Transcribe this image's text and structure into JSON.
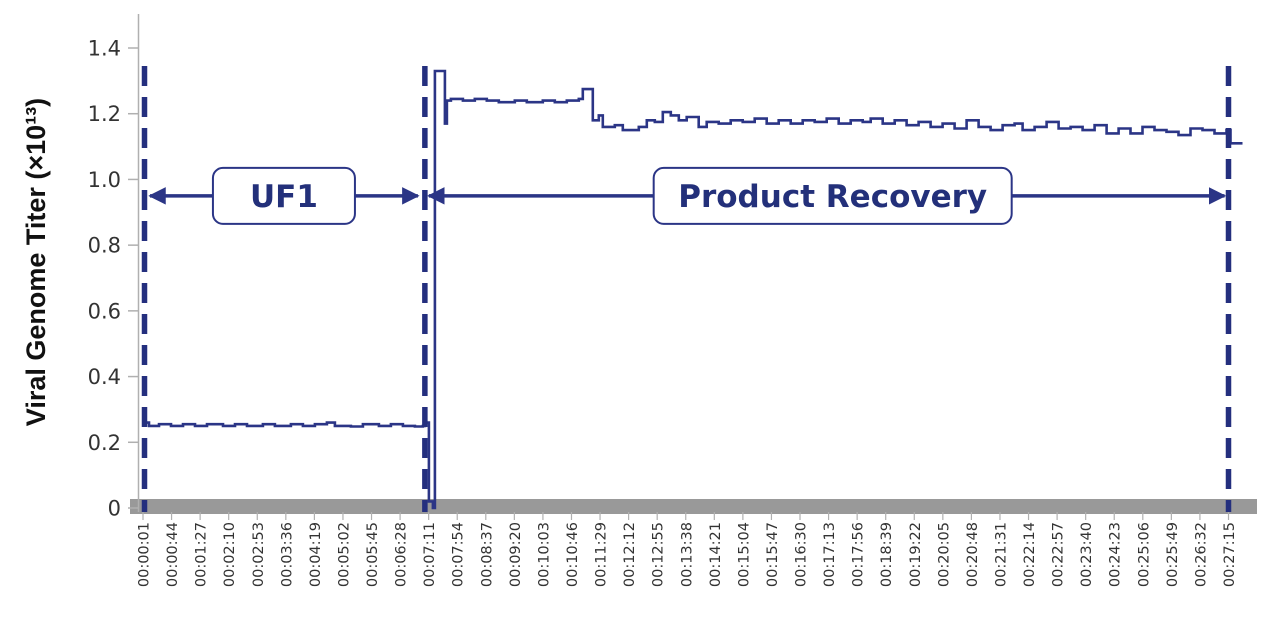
{
  "chart_data": {
    "type": "line",
    "ylabel": "Viral Genome Titer (×10¹³)",
    "ylim": [
      0,
      1.4
    ],
    "yticks": [
      {
        "value": 0,
        "label": "0"
      },
      {
        "value": 0.2,
        "label": "0.2"
      },
      {
        "value": 0.4,
        "label": "0.4"
      },
      {
        "value": 0.6,
        "label": "0.6"
      },
      {
        "value": 0.8,
        "label": "0.8"
      },
      {
        "value": 1.0,
        "label": "1.0"
      },
      {
        "value": 1.2,
        "label": "1.2"
      },
      {
        "value": 1.4,
        "label": "1.4"
      }
    ],
    "xticks": [
      "00:00:01",
      "00:00:44",
      "00:01:27",
      "00:02:10",
      "00:02:53",
      "00:03:36",
      "00:04:19",
      "00:05:02",
      "00:05:45",
      "00:06:28",
      "00:07:11",
      "00:07:54",
      "00:08:37",
      "00:09:20",
      "00:10:03",
      "00:10:46",
      "00:11:29",
      "00:12:12",
      "00:12:55",
      "00:13:38",
      "00:14:21",
      "00:15:04",
      "00:15:47",
      "00:16:30",
      "00:17:13",
      "00:17:56",
      "00:18:39",
      "00:19:22",
      "00:20:05",
      "00:20:48",
      "00:21:31",
      "00:22:14",
      "00:22:57",
      "00:23:40",
      "00:24:23",
      "00:25:06",
      "00:25:49",
      "00:26:32",
      "00:27:15"
    ],
    "grid": false,
    "series": [
      {
        "color": "#2b3586",
        "points": [
          [
            0.0,
            0.26
          ],
          [
            0.15,
            0.25
          ],
          [
            0.4,
            0.255
          ],
          [
            0.7,
            0.25
          ],
          [
            1.0,
            0.255
          ],
          [
            1.3,
            0.25
          ],
          [
            1.6,
            0.255
          ],
          [
            2.0,
            0.25
          ],
          [
            2.3,
            0.255
          ],
          [
            2.6,
            0.25
          ],
          [
            3.0,
            0.255
          ],
          [
            3.3,
            0.25
          ],
          [
            3.7,
            0.255
          ],
          [
            4.0,
            0.25
          ],
          [
            4.3,
            0.255
          ],
          [
            4.6,
            0.26
          ],
          [
            4.8,
            0.25
          ],
          [
            5.2,
            0.248
          ],
          [
            5.5,
            0.255
          ],
          [
            5.9,
            0.25
          ],
          [
            6.2,
            0.255
          ],
          [
            6.5,
            0.25
          ],
          [
            6.8,
            0.248
          ],
          [
            7.0,
            0.25
          ],
          [
            7.05,
            0.26
          ],
          [
            7.15,
            0.02
          ],
          [
            7.25,
            0.0
          ],
          [
            7.3,
            1.33
          ],
          [
            7.5,
            1.33
          ],
          [
            7.55,
            1.17
          ],
          [
            7.6,
            1.24
          ],
          [
            7.7,
            1.245
          ],
          [
            8.0,
            1.24
          ],
          [
            8.3,
            1.245
          ],
          [
            8.6,
            1.24
          ],
          [
            8.9,
            1.235
          ],
          [
            9.3,
            1.24
          ],
          [
            9.6,
            1.235
          ],
          [
            10.0,
            1.24
          ],
          [
            10.3,
            1.235
          ],
          [
            10.6,
            1.24
          ],
          [
            10.9,
            1.245
          ],
          [
            11.0,
            1.275
          ],
          [
            11.2,
            1.275
          ],
          [
            11.25,
            1.18
          ],
          [
            11.4,
            1.195
          ],
          [
            11.5,
            1.16
          ],
          [
            11.8,
            1.165
          ],
          [
            12.0,
            1.15
          ],
          [
            12.4,
            1.16
          ],
          [
            12.6,
            1.18
          ],
          [
            12.8,
            1.175
          ],
          [
            13.0,
            1.205
          ],
          [
            13.2,
            1.195
          ],
          [
            13.4,
            1.18
          ],
          [
            13.6,
            1.19
          ],
          [
            13.9,
            1.16
          ],
          [
            14.1,
            1.175
          ],
          [
            14.4,
            1.17
          ],
          [
            14.7,
            1.18
          ],
          [
            15.0,
            1.175
          ],
          [
            15.3,
            1.185
          ],
          [
            15.6,
            1.17
          ],
          [
            15.9,
            1.18
          ],
          [
            16.2,
            1.17
          ],
          [
            16.5,
            1.18
          ],
          [
            16.8,
            1.175
          ],
          [
            17.1,
            1.185
          ],
          [
            17.4,
            1.17
          ],
          [
            17.7,
            1.18
          ],
          [
            18.0,
            1.175
          ],
          [
            18.2,
            1.185
          ],
          [
            18.5,
            1.17
          ],
          [
            18.8,
            1.18
          ],
          [
            19.1,
            1.165
          ],
          [
            19.4,
            1.175
          ],
          [
            19.7,
            1.16
          ],
          [
            20.0,
            1.17
          ],
          [
            20.3,
            1.155
          ],
          [
            20.6,
            1.18
          ],
          [
            20.9,
            1.16
          ],
          [
            21.2,
            1.15
          ],
          [
            21.5,
            1.165
          ],
          [
            21.8,
            1.17
          ],
          [
            22.0,
            1.15
          ],
          [
            22.3,
            1.16
          ],
          [
            22.6,
            1.175
          ],
          [
            22.9,
            1.155
          ],
          [
            23.2,
            1.16
          ],
          [
            23.5,
            1.15
          ],
          [
            23.8,
            1.165
          ],
          [
            24.1,
            1.14
          ],
          [
            24.4,
            1.155
          ],
          [
            24.7,
            1.14
          ],
          [
            25.0,
            1.16
          ],
          [
            25.3,
            1.15
          ],
          [
            25.6,
            1.145
          ],
          [
            25.9,
            1.135
          ],
          [
            26.2,
            1.155
          ],
          [
            26.5,
            1.15
          ],
          [
            26.8,
            1.14
          ],
          [
            27.1,
            1.15
          ],
          [
            27.2,
            1.11
          ],
          [
            27.5,
            1.11
          ]
        ]
      }
    ],
    "phases": [
      {
        "label": "UF1",
        "start": 0.0,
        "end": 7.05,
        "y": 0.95
      },
      {
        "label": "Product Recovery",
        "start": 7.05,
        "end": 27.15,
        "y": 0.95
      }
    ],
    "boundaries": [
      0.0,
      7.05,
      27.15
    ],
    "colors": {
      "line": "#2b3586",
      "dashed": "#242f7e",
      "baseline_band": "#999999",
      "box_border": "#2b3586",
      "axis": "#b0b0b0"
    }
  }
}
